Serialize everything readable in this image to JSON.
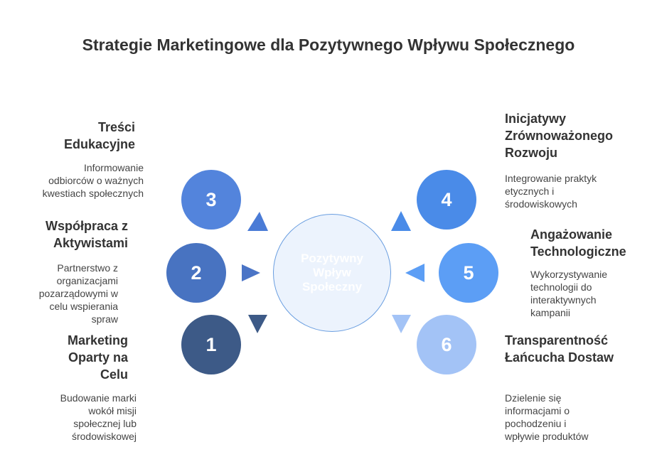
{
  "title": "Strategie Marketingowe dla Pozytywnego Wpływu Społecznego",
  "center": "Pozytywny Wpływ Społeczny",
  "items": [
    {
      "number": "1",
      "heading": "Marketing Oparty na Celu",
      "description": "Budowanie marki wokół misji społecznej lub środowiskowej",
      "color": "#3d5a87"
    },
    {
      "number": "2",
      "heading": "Współpraca z Aktywistami",
      "description": "Partnerstwo z organizacjami pozarządowymi w celu wspierania spraw",
      "color": "#4873c1"
    },
    {
      "number": "3",
      "heading": "Treści Edukacyjne",
      "description": "Informowanie odbiorców o ważnych kwestiach społecznych",
      "color": "#5384dc"
    },
    {
      "number": "4",
      "heading": "Inicjatywy Zrównoważonego Rozwoju",
      "description": "Integrowanie praktyk etycznych i środowiskowych",
      "color": "#4a8be8"
    },
    {
      "number": "5",
      "heading": "Angażowanie Technologiczne",
      "description": "Wykorzystywanie technologii do interaktywnych kampanii",
      "color": "#5c9ef5"
    },
    {
      "number": "6",
      "heading": "Transparentność Łańcucha Dostaw",
      "description": "Dzielenie się informacjami o pochodzeniu i wpływie produktów",
      "color": "#a3c3f6"
    }
  ]
}
